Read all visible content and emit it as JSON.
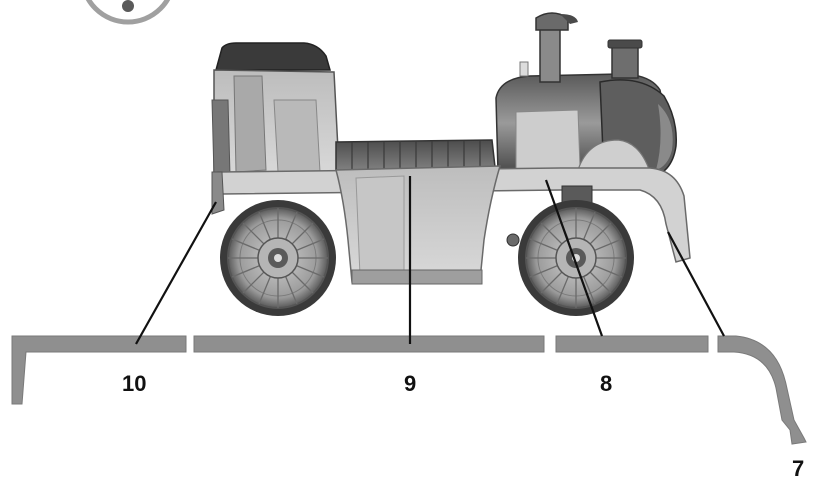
{
  "diagram": {
    "callouts": [
      {
        "id": "10",
        "label": "10"
      },
      {
        "id": "9",
        "label": "9"
      },
      {
        "id": "8",
        "label": "8"
      },
      {
        "id": "7",
        "label": "7"
      }
    ]
  },
  "colors": {
    "body_light": "#cfcfcf",
    "body_mid": "#a8a8a8",
    "body_dark": "#6e6e6e",
    "body_darkest": "#3a3a3a",
    "part_strip": "#8f8f8f",
    "outline": "#2a2a2a",
    "step_circle": "#a0a0a0"
  }
}
